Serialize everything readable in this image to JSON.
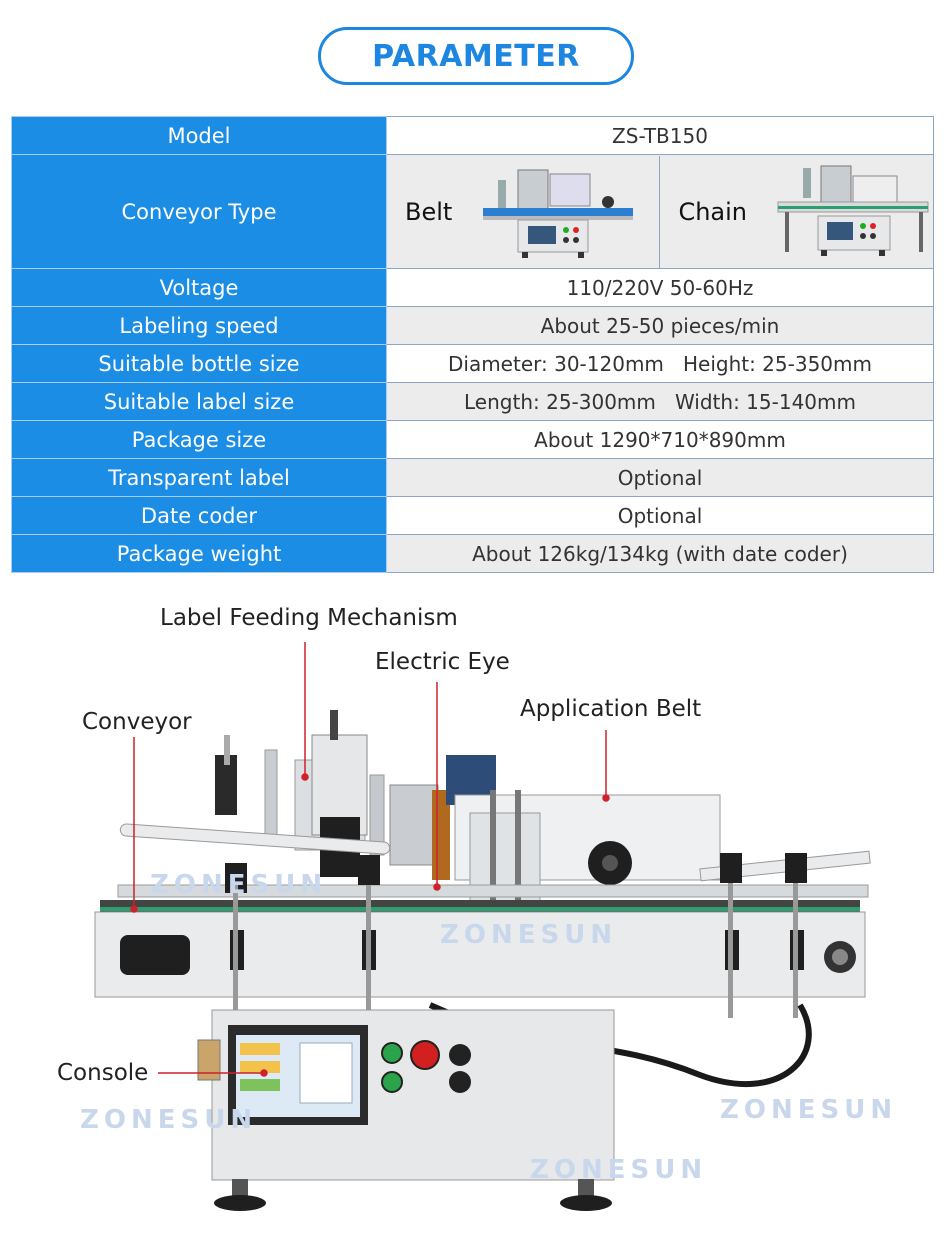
{
  "header": {
    "title": "PARAMETER"
  },
  "specs": {
    "model": {
      "key": "Model",
      "value": "ZS-TB150"
    },
    "conveyor": {
      "key": "Conveyor Type",
      "option1": "Belt",
      "option2": "Chain"
    },
    "rows": [
      {
        "key": "Voltage",
        "value": "110/220V 50-60Hz"
      },
      {
        "key": "Labeling speed",
        "value": "About 25-50 pieces/min"
      },
      {
        "key": "Suitable bottle size",
        "value": "Diameter: 30-120mm   Height: 25-350mm"
      },
      {
        "key": "Suitable label size",
        "value": "Length: 25-300mm   Width: 15-140mm"
      },
      {
        "key": "Package size",
        "value": "About 1290*710*890mm"
      },
      {
        "key": "Transparent label",
        "value": "Optional"
      },
      {
        "key": "Date coder",
        "value": "Optional"
      },
      {
        "key": "Package weight",
        "value": "About 126kg/134kg (with date coder)"
      }
    ]
  },
  "diagram": {
    "labels": {
      "label_feeding": "Label Feeding Mechanism",
      "electric_eye": "Electric Eye",
      "conveyor": "Conveyor",
      "application_belt": "Application Belt",
      "console": "Console"
    },
    "watermark": "ZONESUN",
    "accent": "#1b8de4",
    "callout_line": "#d0202a"
  }
}
